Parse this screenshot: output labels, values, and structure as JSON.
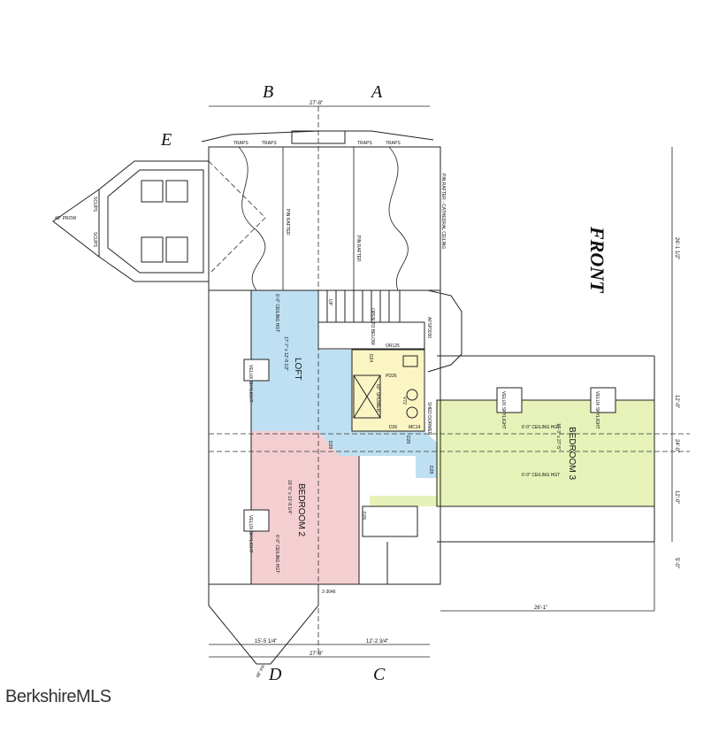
{
  "watermark": "BerkshireMLS",
  "compass": {
    "front": "FRONT"
  },
  "gridlines": {
    "a": "A",
    "b": "B",
    "c": "C",
    "d": "D",
    "e": "E"
  },
  "rooms": {
    "loft": {
      "name": "LOFT",
      "size": "17'-7\" x 12'-8 1/2\"",
      "ceiling": "6'-0\" CEILING HGT"
    },
    "bedroom2": {
      "name": "BEDROOM 2",
      "size": "16'-5\" x 13'-8 1/4\"",
      "ceiling": "6'-0\" CEILING HGT"
    },
    "bedroom3": {
      "name": "BEDROOM 3",
      "size": "13'-3\" x 27'-5\"",
      "ceiling_top": "6'-0\" CEILING HGT",
      "ceiling_bottom": "6'-0\" CEILING HGT"
    }
  },
  "dimensions": {
    "top_width": "27'-8\"",
    "bottom_width": "27'-8\"",
    "bottom_left": "15'-5 1/4\"",
    "bottom_right": "12'-2 3/4\"",
    "right_overall": "26'-1 1/2\"",
    "right_mid": "24'-0\"",
    "right_a": "12'-0\"",
    "right_b": "12'-0\"",
    "right_c": "5'-0\"",
    "dormer_width": "26'-1\"",
    "prow": "48\" PROW",
    "prow_small": "48\" PR"
  },
  "labels": {
    "traps": "TRAPS",
    "pin_rafter_cathedral": "PIN RAFTER - CATHEDRAL CEILING",
    "pin_rafter": "PIN RAFTER",
    "open_to_below": "OPEN TO BELOW",
    "up": "UP",
    "shed_dormer": "SHED DORMER",
    "skylight": "VELUX SKYLIGHT",
    "window": "2-3046",
    "or125": "OR125",
    "pd26": "PD26",
    "d24": "D24",
    "d26": "D26",
    "d28": "D28",
    "v72": "V72",
    "shower": "60\" SHOWER",
    "mc": "MC14",
    "afsp": "AFSP3030",
    "scups": "SCUPS"
  }
}
